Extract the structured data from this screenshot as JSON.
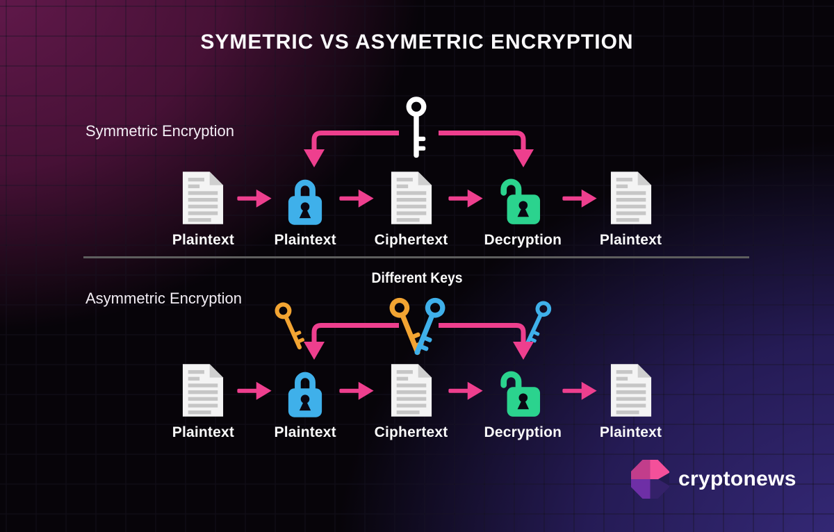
{
  "title": "SYMETRIC VS ASYMETRIC ENCRYPTION",
  "colors": {
    "pink": "#ee3f8e",
    "blue": "#3fb0ea",
    "green": "#2bd38e",
    "orange": "#f2a432",
    "divider": "#5e5e5e"
  },
  "symmetric": {
    "label": "Symmetric Encryption",
    "key_icon": "white-key-icon",
    "steps": [
      {
        "icon": "document-icon",
        "label": "Plaintext"
      },
      {
        "icon": "padlock-locked-icon",
        "label": "Plaintext"
      },
      {
        "icon": "document-icon",
        "label": "Ciphertext"
      },
      {
        "icon": "padlock-unlocked-icon",
        "label": "Decryption"
      },
      {
        "icon": "document-icon",
        "label": "Plaintext"
      }
    ]
  },
  "asymmetric": {
    "label": "Asymmetric Encryption",
    "keys_note": "Different Keys",
    "key_icons": [
      "orange-key-icon",
      "orange-key-icon",
      "blue-key-icon",
      "blue-key-icon"
    ],
    "steps": [
      {
        "icon": "document-icon",
        "label": "Plaintext"
      },
      {
        "icon": "padlock-locked-icon",
        "label": "Plaintext"
      },
      {
        "icon": "document-icon",
        "label": "Ciphertext"
      },
      {
        "icon": "padlock-unlocked-icon",
        "label": "Decryption"
      },
      {
        "icon": "document-icon",
        "label": "Plaintext"
      }
    ]
  },
  "footer": {
    "brand": "cryptonews"
  }
}
